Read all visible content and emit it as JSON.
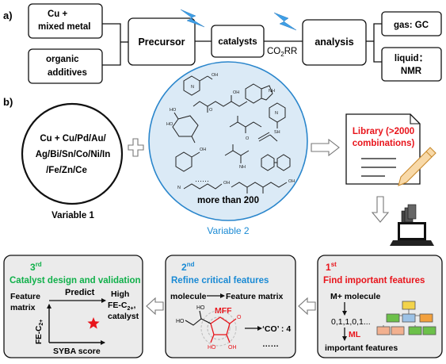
{
  "panel_a": {
    "label": "a)",
    "inputs": [
      "Cu +",
      "mixed metal",
      "organic",
      "additives"
    ],
    "precursor": "Precursor",
    "catalysts": "catalysts",
    "co2rr_main": "CO",
    "co2rr_sub": "2",
    "co2rr_tail": "RR",
    "analysis": "analysis",
    "gas": "gas: GC",
    "liquid_1": "liquid：",
    "liquid_2": "NMR"
  },
  "panel_b": {
    "label": "b)",
    "variable1_lines": [
      "Cu + Cu/Pd/Au/",
      "Ag/Bi/Sn/Co/Ni/In",
      "/Fe/Zn/Ce"
    ],
    "variable1_label": "Variable 1",
    "variable2_count": "more than 200",
    "variable2_label": "Variable 2",
    "variable2_dots": "······",
    "library_lines": [
      "Library (>2000",
      "combinations)"
    ],
    "step1": {
      "num": "1",
      "sup": "st",
      "title": "Find important features",
      "m_molecule": "M+ molecule",
      "bits": "0,1,1,0,1...",
      "ml": "ML",
      "result": "important features"
    },
    "step2": {
      "num": "2",
      "sup": "nd",
      "title": "Refine critical features",
      "molecule": "molecule",
      "feature_matrix": "Feature matrix",
      "mff": "MFF",
      "co_feature": "‘CO’ : 4",
      "dots": "……"
    },
    "step3": {
      "num": "3",
      "sup": "rd",
      "title": "Catalyst design and validation",
      "feature": "Feature",
      "matrix": "matrix",
      "predict": "Predict",
      "high": "High",
      "fe_label": "FE-C",
      "fe_sub": "2+",
      "catalyst": "catalyst",
      "y_axis": "FE-C",
      "y_sub": "2+",
      "x_axis": "SYBA score"
    }
  },
  "colors": {
    "red": "#e8141b",
    "green": "#10b04a",
    "blue": "#1a8ad4",
    "bolt": "#3f9fe6",
    "tree_orange": "#f2a03d",
    "tree_yellow": "#f3d34a",
    "tree_blue": "#9cc2e6",
    "tree_green": "#6cc04a",
    "tree_salmon": "#f2b08f"
  },
  "icons": [
    "lightning-icon",
    "plus-icon",
    "document-pencil-icon",
    "computer-icon",
    "star-icon",
    "decision-tree-icon"
  ]
}
